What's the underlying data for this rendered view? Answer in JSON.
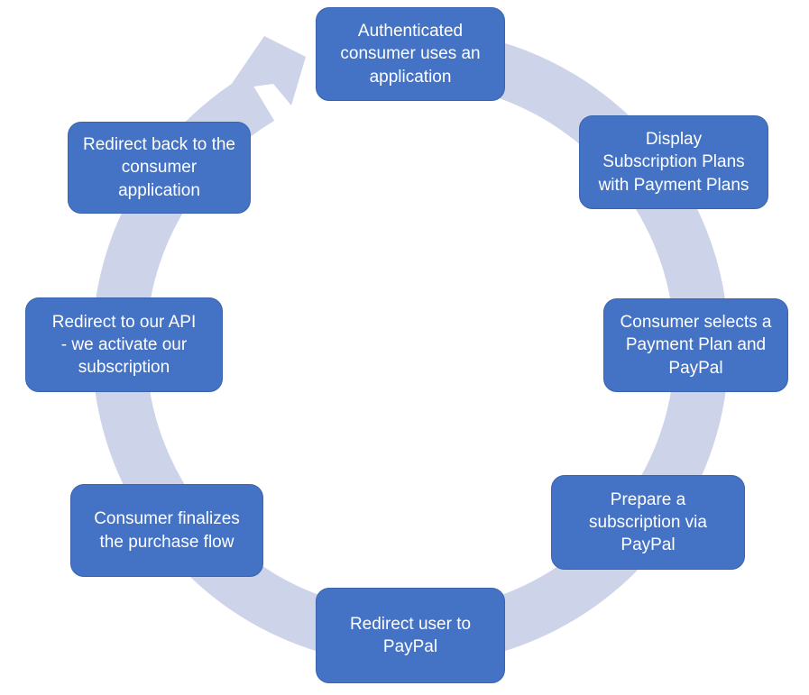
{
  "diagram": {
    "type": "cycle",
    "flow_direction": "clockwise",
    "colors": {
      "box_fill": "#4472C4",
      "box_border": "#3A64AE",
      "box_text": "#FFFFFF",
      "ring": "#CDD3E9"
    },
    "steps": [
      {
        "position": "top",
        "label": "Authenticated\nconsumer uses an\napplication"
      },
      {
        "position": "top-right",
        "label": "Display\nSubscription Plans\nwith Payment Plans"
      },
      {
        "position": "right",
        "label": "Consumer selects a\nPayment Plan and\nPayPal"
      },
      {
        "position": "bottom-right",
        "label": "Prepare a\nsubscription via\nPayPal"
      },
      {
        "position": "bottom",
        "label": "Redirect user to\nPayPal"
      },
      {
        "position": "bottom-left",
        "label": "Consumer finalizes\nthe purchase flow"
      },
      {
        "position": "left",
        "label": "Redirect to our API\n- we activate our\nsubscription"
      },
      {
        "position": "top-left",
        "label": "Redirect back to the\nconsumer\napplication"
      }
    ]
  }
}
